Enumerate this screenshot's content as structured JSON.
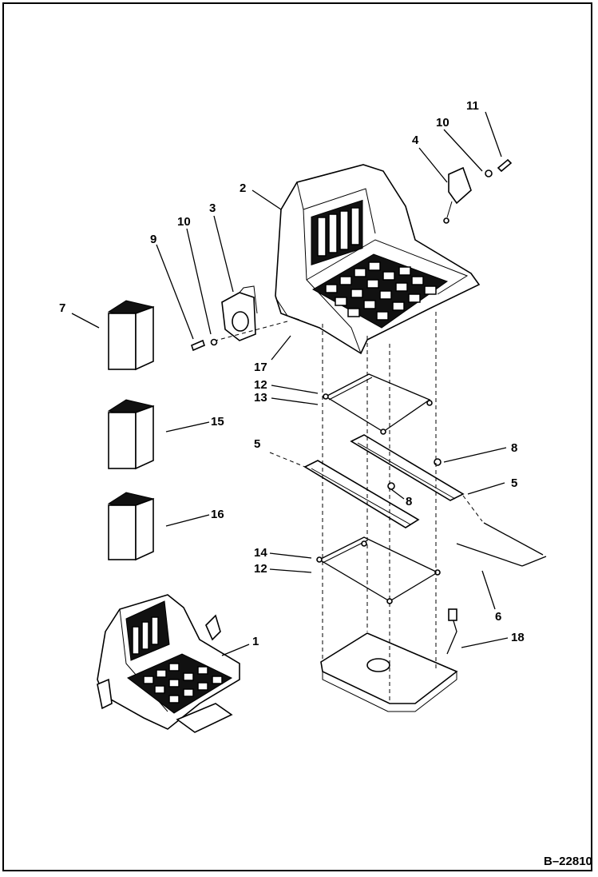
{
  "diagram": {
    "reference": "B–22810",
    "callouts": [
      {
        "id": "c1",
        "label": "1"
      },
      {
        "id": "c2",
        "label": "2"
      },
      {
        "id": "c3",
        "label": "3"
      },
      {
        "id": "c4",
        "label": "4"
      },
      {
        "id": "c5a",
        "label": "5"
      },
      {
        "id": "c5b",
        "label": "5"
      },
      {
        "id": "c6",
        "label": "6"
      },
      {
        "id": "c7",
        "label": "7"
      },
      {
        "id": "c8a",
        "label": "8"
      },
      {
        "id": "c8b",
        "label": "8"
      },
      {
        "id": "c9",
        "label": "9"
      },
      {
        "id": "c10a",
        "label": "10"
      },
      {
        "id": "c10b",
        "label": "10"
      },
      {
        "id": "c11",
        "label": "11"
      },
      {
        "id": "c12a",
        "label": "12"
      },
      {
        "id": "c12b",
        "label": "12"
      },
      {
        "id": "c13",
        "label": "13"
      },
      {
        "id": "c14",
        "label": "14"
      },
      {
        "id": "c15",
        "label": "15"
      },
      {
        "id": "c16",
        "label": "16"
      },
      {
        "id": "c17",
        "label": "17"
      },
      {
        "id": "c18",
        "label": "18"
      }
    ]
  }
}
